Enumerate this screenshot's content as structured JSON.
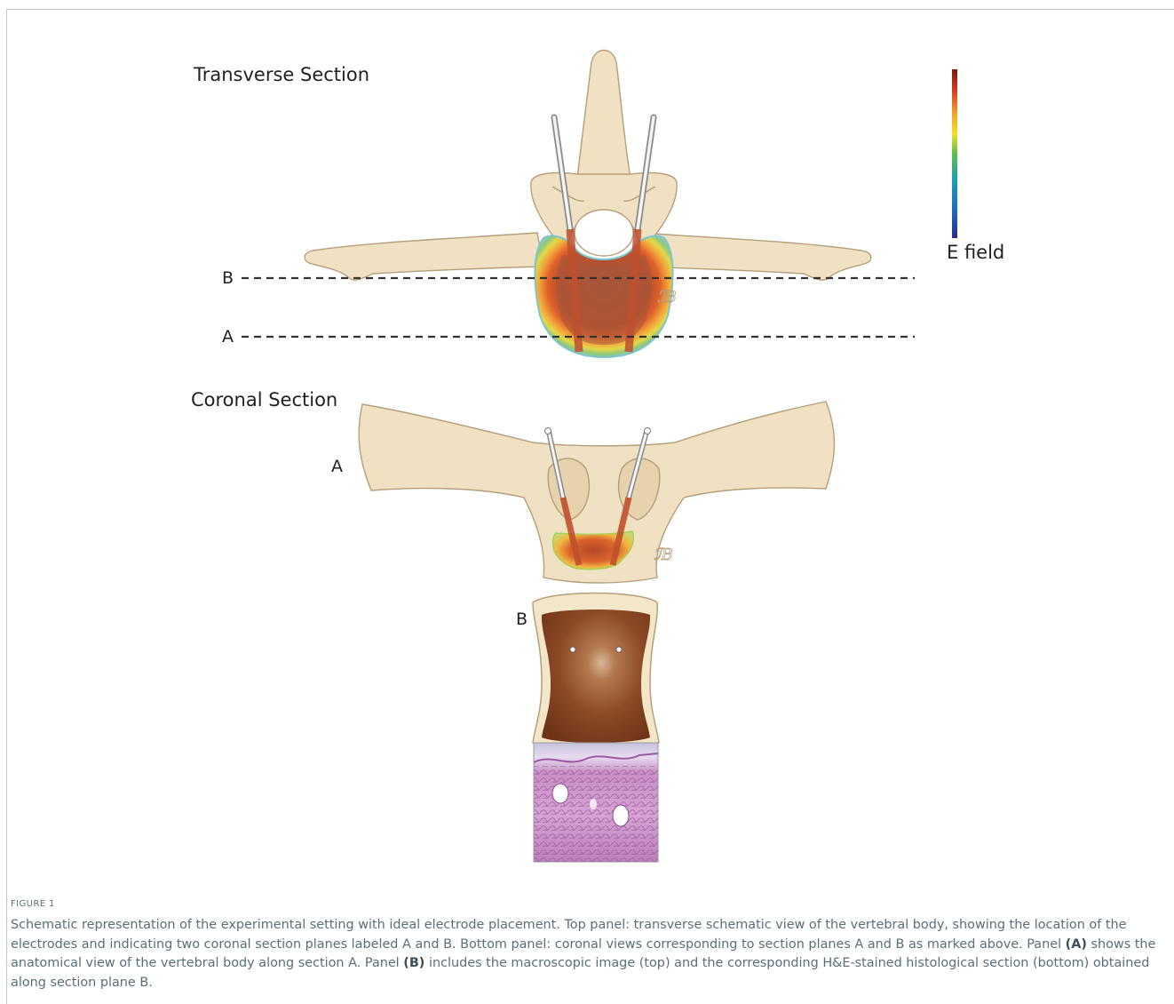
{
  "figure": {
    "transverse_title": "Transverse Section",
    "coronal_title": "Coronal Section",
    "colorbar_label": "E field",
    "plane_b_label": "B",
    "plane_a_label": "A",
    "panel_a_label": "A",
    "panel_b_label": "B",
    "signature": "ℐB"
  },
  "caption": {
    "head": "FIGURE 1",
    "part1": "Schematic representation of the experimental setting with ideal electrode placement. Top panel: transverse schematic view of the vertebral body, showing the location of the electrodes and indicating two coronal section planes labeled A and B. Bottom panel: coronal views corresponding to section planes A and B as marked above. Panel ",
    "ref_a": "(A)",
    "part2": " shows the anatomical view of the vertebral body along section A. Panel ",
    "ref_b": "(B)",
    "part3": " includes the macroscopic image (top) and the corresponding H&E-stained histological section (bottom) obtained along section plane B."
  },
  "colors": {
    "bone": "#efe1c2",
    "bone_stroke": "#b59f7a",
    "dashed_line": "#333333",
    "caption_text": "#5a6e7a"
  }
}
